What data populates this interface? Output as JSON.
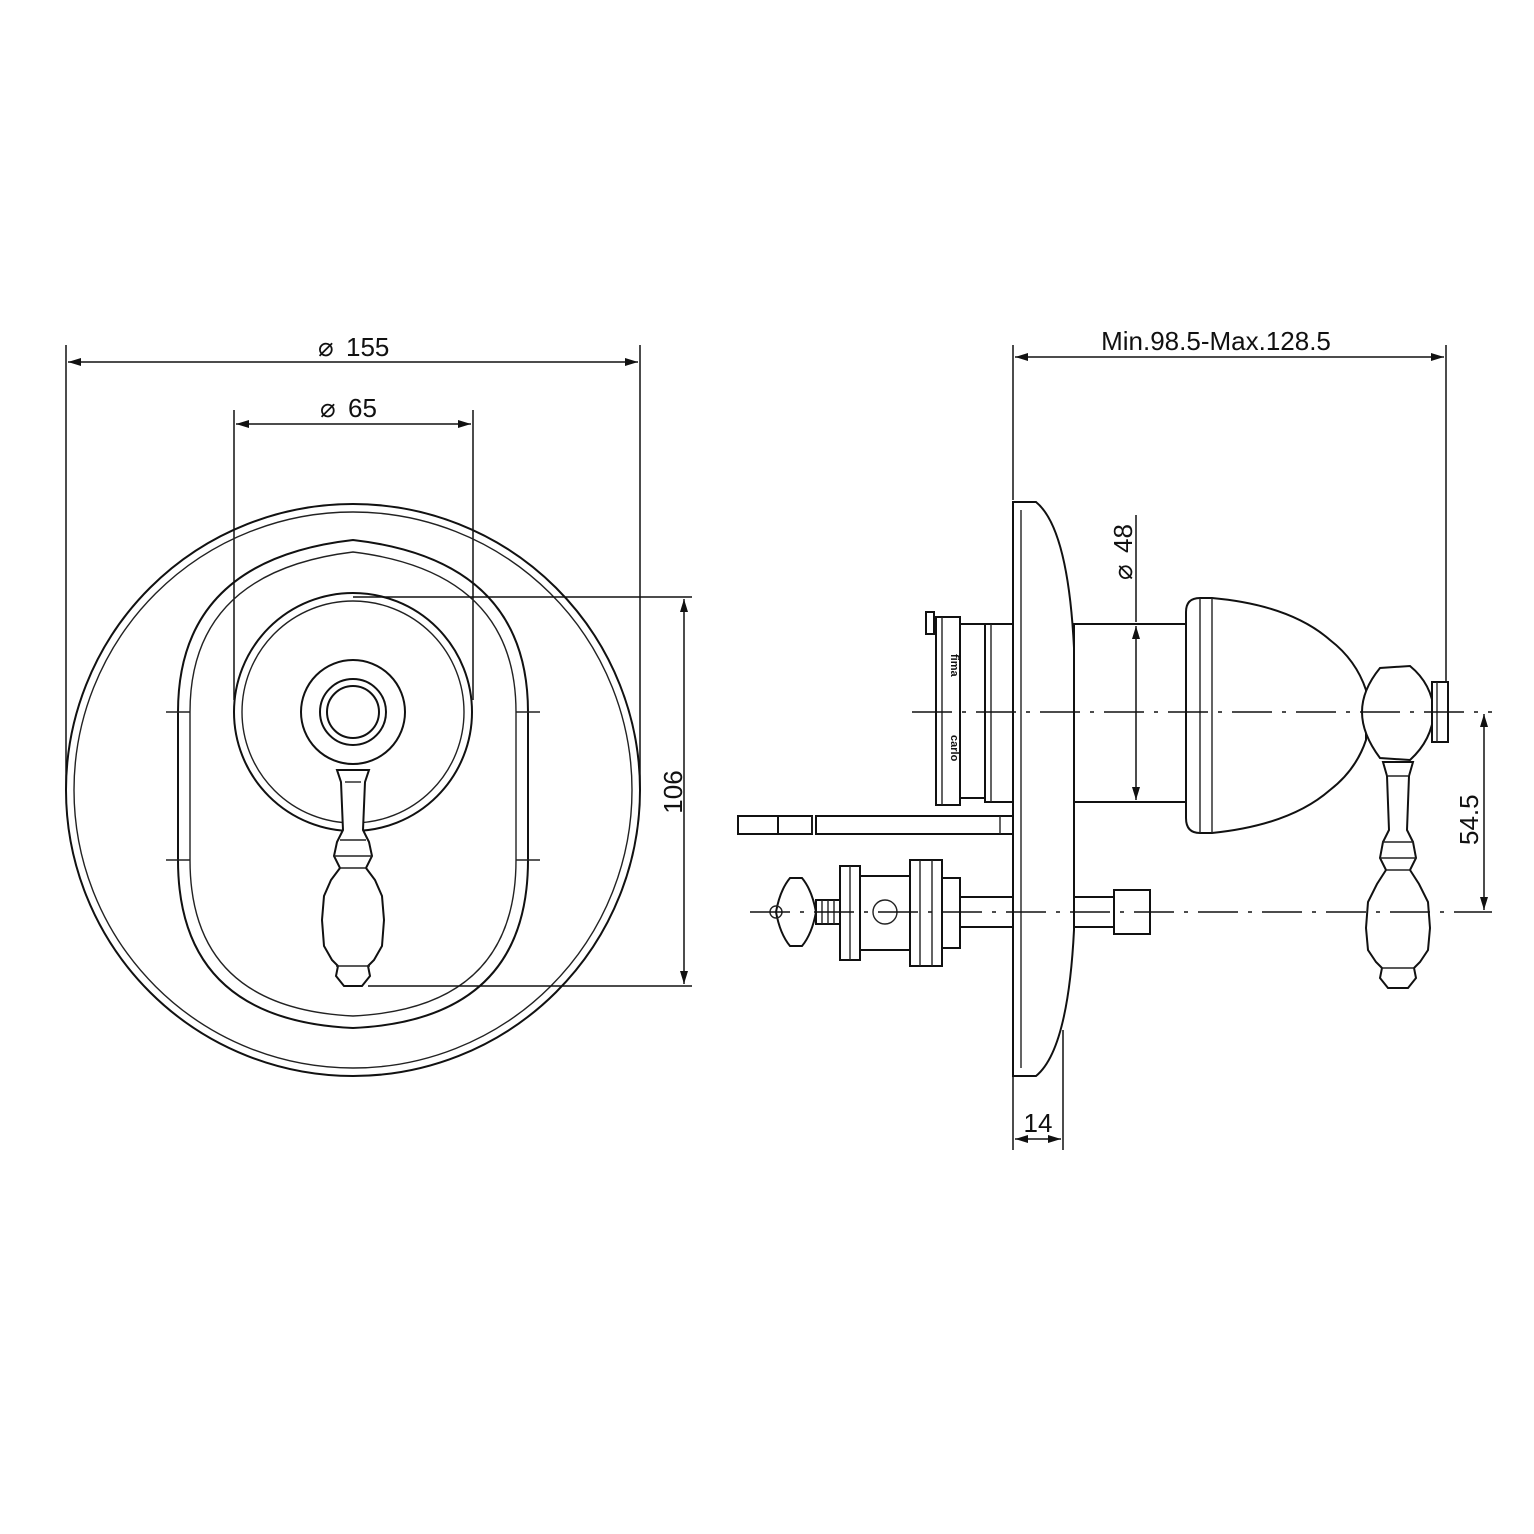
{
  "front_view": {
    "diameter_outer_label": "155",
    "diameter_inner_label": "65",
    "height_label": "106",
    "diameter_symbol": "⌀"
  },
  "side_view": {
    "depth_range_label": "Min.98.5-Max.128.5",
    "body_diameter_label": "48",
    "axis_offset_label": "54.5",
    "plate_thickness_label": "14",
    "diameter_symbol": "⌀",
    "brand_text_1": "fima",
    "brand_text_2": "carlo"
  }
}
